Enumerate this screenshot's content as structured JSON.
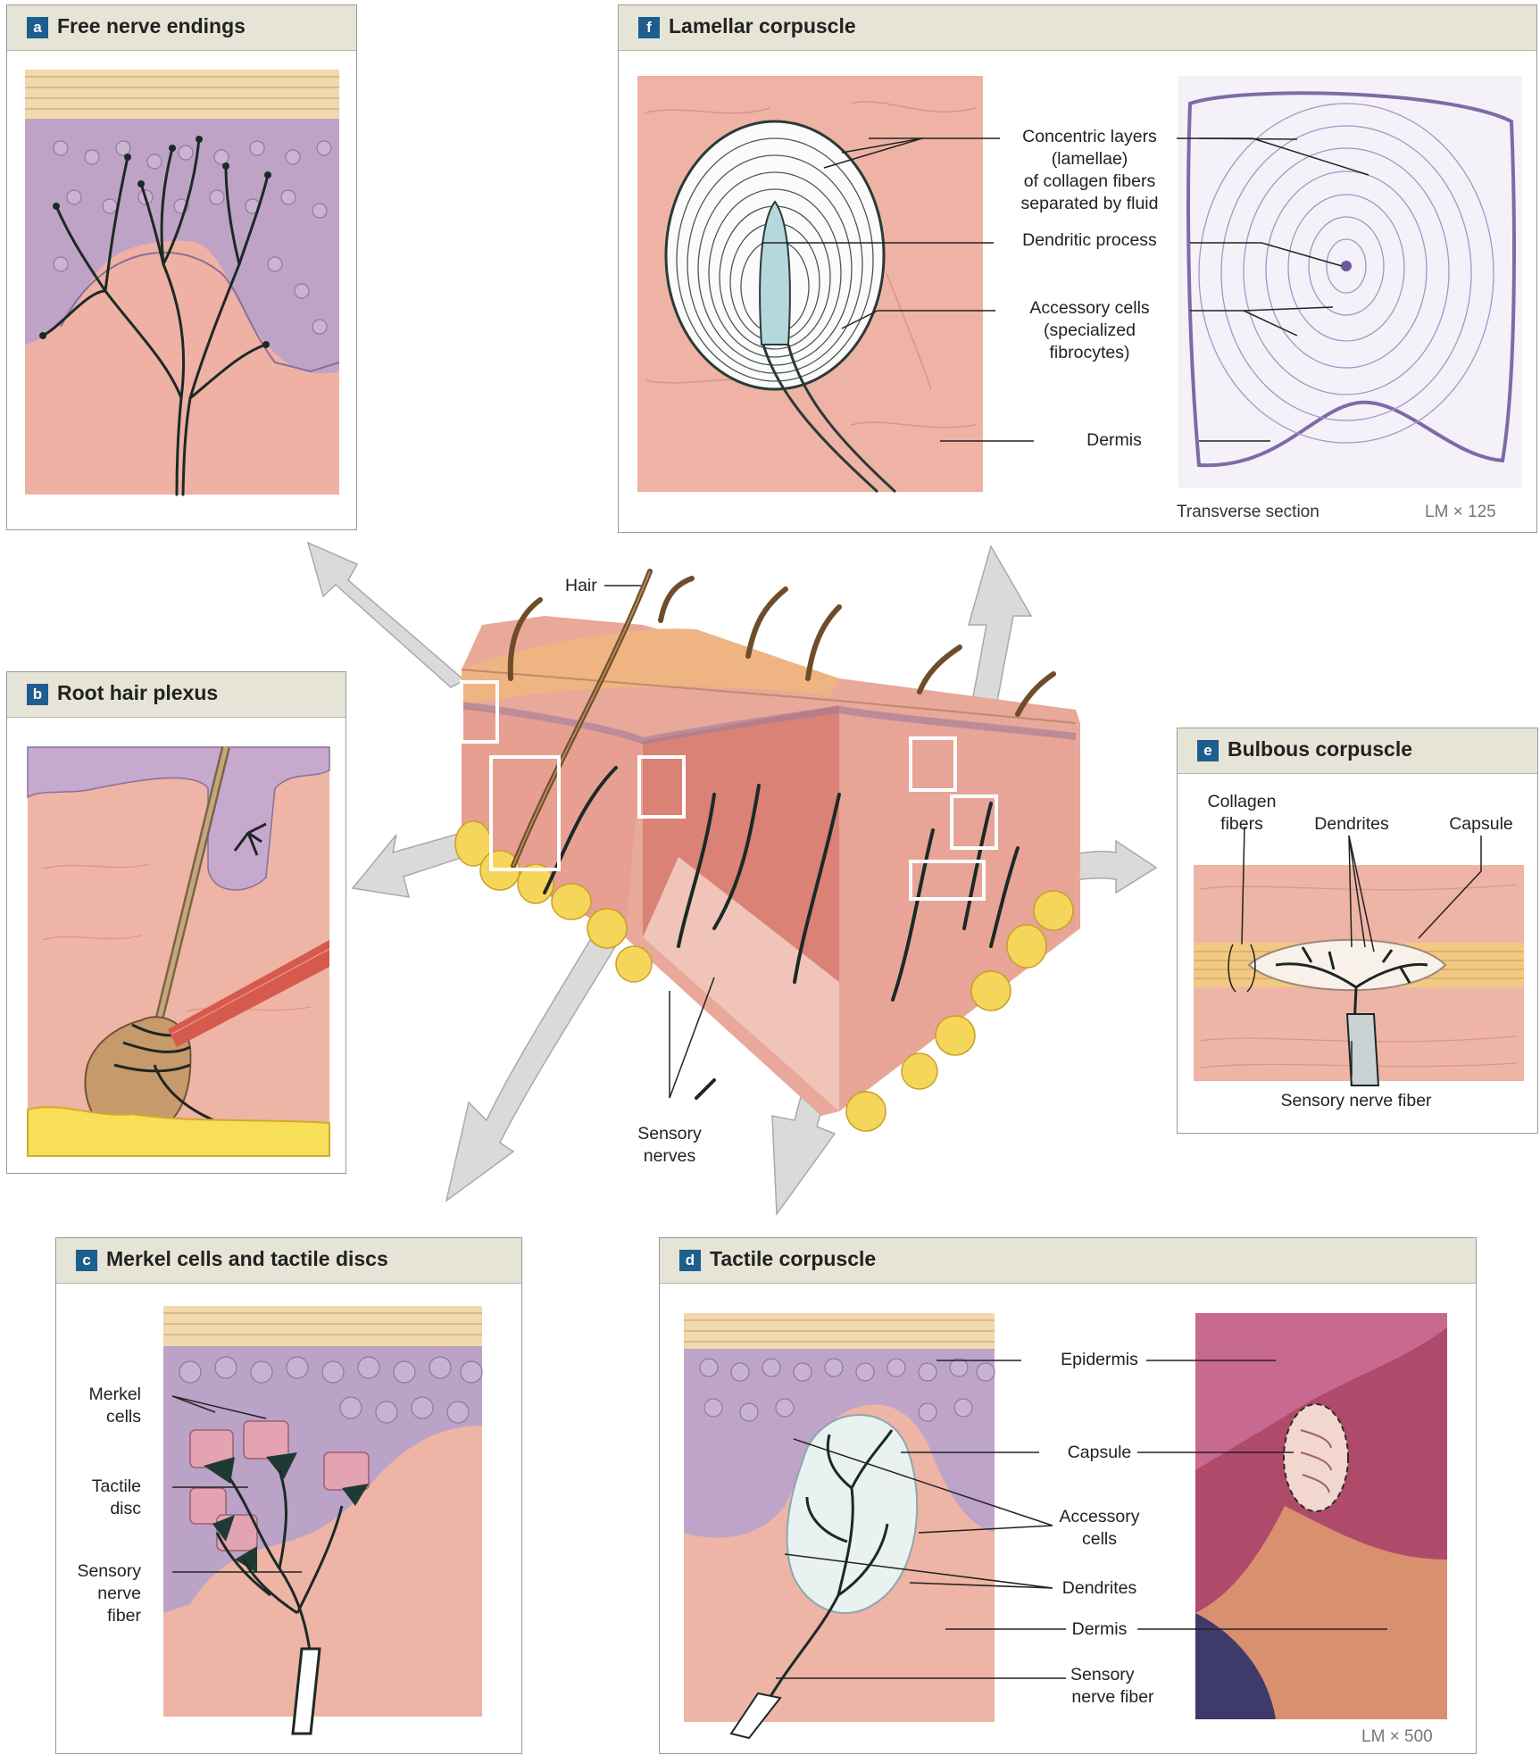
{
  "panel_a": {
    "badge": "a",
    "title": "Free nerve endings"
  },
  "panel_b": {
    "badge": "b",
    "title": "Root hair plexus"
  },
  "panel_c": {
    "badge": "c",
    "title": "Merkel cells and tactile discs",
    "labels": {
      "merkel_1": "Merkel",
      "merkel_2": "cells",
      "tactile_1": "Tactile",
      "tactile_2": "disc",
      "sensory_1": "Sensory",
      "sensory_2": "nerve",
      "sensory_3": "fiber"
    }
  },
  "panel_d": {
    "badge": "d",
    "title": "Tactile corpuscle",
    "labels": {
      "epidermis": "Epidermis",
      "capsule": "Capsule",
      "accessory_1": "Accessory",
      "accessory_2": "cells",
      "dendrites": "Dendrites",
      "dermis": "Dermis",
      "sensory_1": "Sensory",
      "sensory_2": "nerve fiber"
    },
    "magnification": "LM × 500"
  },
  "panel_e": {
    "badge": "e",
    "title": "Bulbous corpuscle",
    "labels": {
      "collagen_1": "Collagen",
      "collagen_2": "fibers",
      "dendrites": "Dendrites",
      "capsule": "Capsule",
      "sensory": "Sensory nerve fiber"
    }
  },
  "panel_f": {
    "badge": "f",
    "title": "Lamellar corpuscle",
    "labels": {
      "concentric_1": "Concentric layers",
      "concentric_2": "(lamellae)",
      "concentric_3": "of collagen fibers",
      "concentric_4": "separated by fluid",
      "dendritic": "Dendritic process",
      "accessory_1": "Accessory cells",
      "accessory_2": "(specialized",
      "accessory_3": "fibrocytes)",
      "dermis": "Dermis"
    },
    "section": "Transverse section",
    "magnification": "LM × 125"
  },
  "center": {
    "hair": "Hair",
    "sensory_1": "Sensory",
    "sensory_2": "nerves"
  }
}
